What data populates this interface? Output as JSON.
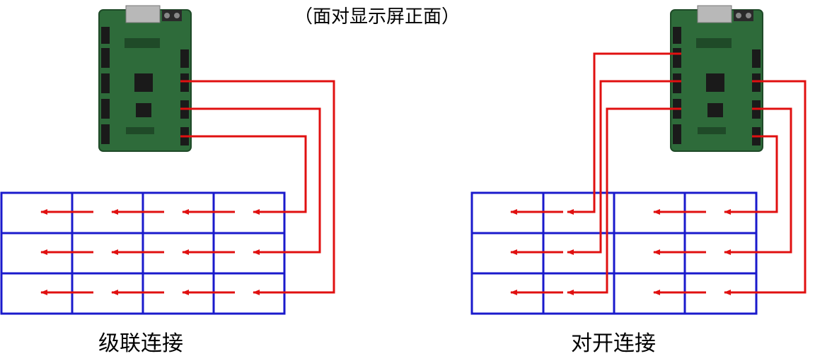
{
  "header": {
    "view_note": "（面对显示屏正面）"
  },
  "left_diagram": {
    "caption": "级联连接"
  },
  "right_diagram": {
    "caption": "对开连接"
  },
  "colors": {
    "grid": "#1a1acc",
    "wire": "#e01010",
    "board": "#2e6b3a",
    "board_dark": "#1f4a28",
    "connector": "#1a1a1a",
    "ethernet_port": "#b8b8b8",
    "terminal_block": "#2a2a2a"
  },
  "icons": [
    "controller-board-icon",
    "arrow-left-icon"
  ]
}
